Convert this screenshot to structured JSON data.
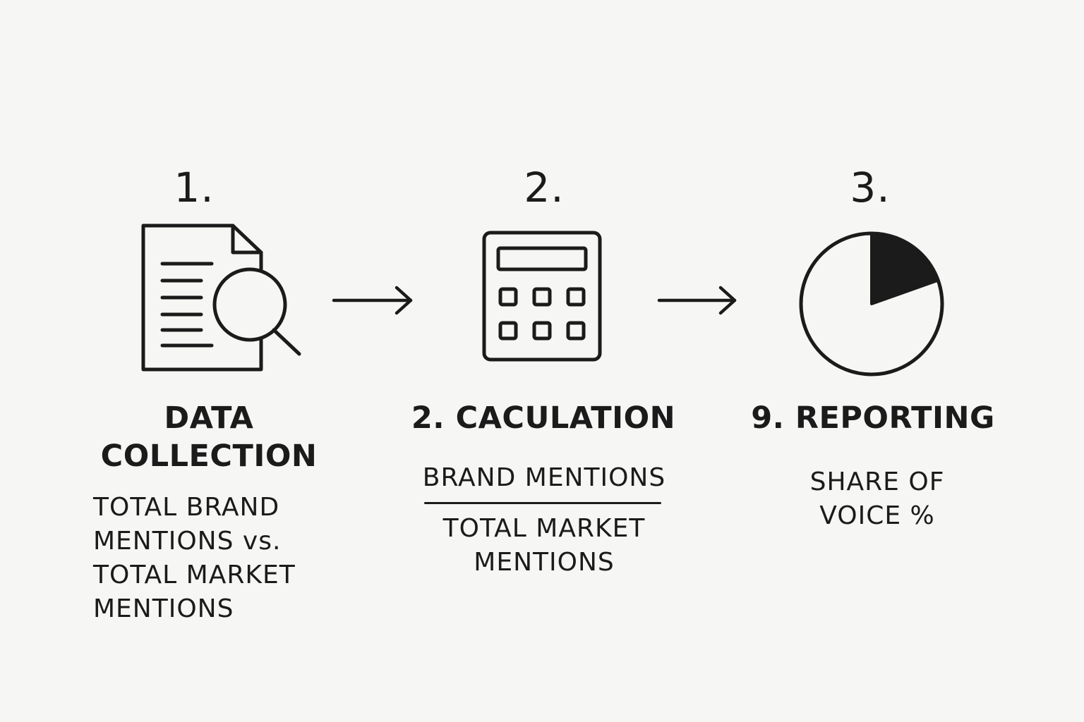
{
  "steps": [
    {
      "number": "1.",
      "icon": "document-search-icon",
      "title_lines": [
        "DATA",
        "COLLECTION"
      ],
      "desc_lines": [
        "TOTAL BRAND",
        "MENTIONS vs.",
        "TOTAL MARKET",
        "MENTIONS"
      ]
    },
    {
      "number": "2.",
      "icon": "calculator-icon",
      "title_lines": [
        "2. CACULATION"
      ],
      "fraction": {
        "numerator": "BRAND MENTIONS",
        "denominator_lines": [
          "TOTAL MARKET",
          "MENTIONS"
        ]
      }
    },
    {
      "number": "3.",
      "icon": "pie-chart-icon",
      "title_lines": [
        "9. REPORTING"
      ],
      "desc_lines": [
        "SHARE OF",
        "VOICE %"
      ]
    }
  ],
  "arrows": [
    "arrow-right-icon",
    "arrow-right-icon"
  ],
  "colors": {
    "ink": "#1b1b1b",
    "background": "#f6f6f4"
  }
}
